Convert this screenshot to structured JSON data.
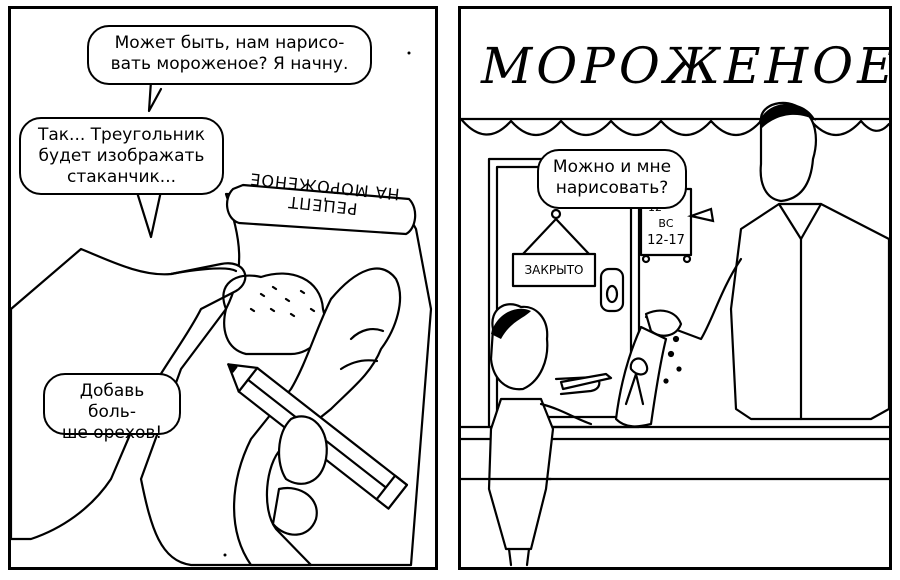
{
  "panel_left": {
    "bubble_top": "Может быть, нам нарисо-\nвать мороженое? Я начну.",
    "bubble_mid": "Так... Треугольник\nбудет изображать\nстаканчик...",
    "bubble_bottom": "Добавь боль-\nше орехов!",
    "recipe_text": "РЕЦЕПТ\nНА МОРОЖЕНОЕ"
  },
  "panel_right": {
    "store_sign": "МОРОЖЕНОЕ",
    "bubble": "Можно и мне\nнарисовать?",
    "door_sign": "ЗАКРЫТО",
    "hours_day": "ВС",
    "hours_top": "12",
    "hours_value": "12-17"
  }
}
